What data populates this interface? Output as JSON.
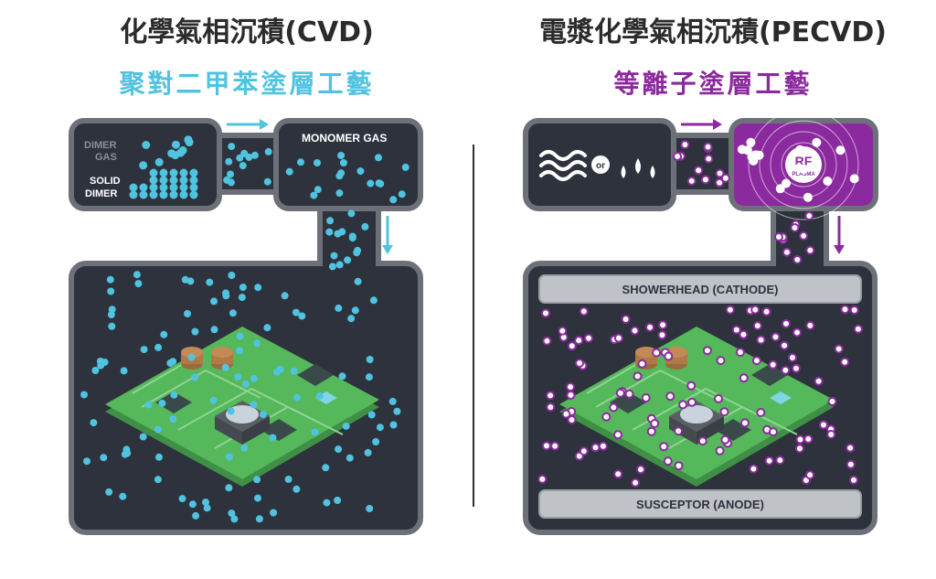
{
  "left": {
    "title": "化學氣相沉積(CVD)",
    "subtitle": "聚對二甲苯塗層工藝",
    "subtitle_color": "#4fc3e0",
    "dimer_gas_line1": "DIMER",
    "dimer_gas_line2": "GAS",
    "solid_dimer_line1": "SOLID",
    "solid_dimer_line2": "DIMER",
    "monomer_gas": "MONOMER GAS"
  },
  "right": {
    "title": "電漿化學氣相沉積(PECVD)",
    "subtitle": "等離子塗層工藝",
    "subtitle_color": "#8b2a9e",
    "or_label": "or",
    "rf_label": "RF",
    "plasma_label": "PLASMA",
    "showerhead": "SHOWERHEAD (CATHODE)",
    "susceptor": "SUSCEPTOR (ANODE)"
  },
  "colors": {
    "chamber": "#2e323c",
    "chamber_border": "#6d7079",
    "particle_cyan": "#4fc3e0",
    "particle_purple": "#8b2a9e",
    "pcb_green": "#4caf50"
  }
}
